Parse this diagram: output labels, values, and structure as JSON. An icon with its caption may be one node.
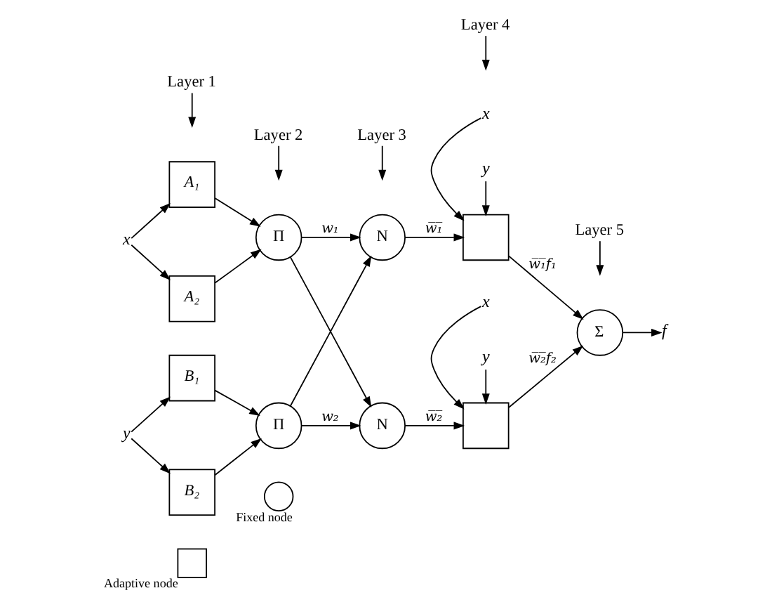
{
  "diagram": {
    "nodes": [
      {
        "text": [
          "Layer 1"
        ]
      },
      {
        "text": [
          "Layer 2"
        ]
      },
      {
        "text": [
          "Layer 3"
        ]
      },
      {
        "text": [
          "Layer 4"
        ]
      },
      {
        "text": [
          "Layer 5"
        ]
      },
      {
        "text": [
          "x"
        ]
      },
      {
        "text": [
          "y"
        ]
      },
      {
        "text": [
          "x"
        ]
      },
      {
        "text": [
          "A₁"
        ]
      },
      {
        "text": [
          "A₂"
        ]
      },
      {
        "text": [
          "Π"
        ]
      },
      {
        "text": [
          "N"
        ]
      },
      {
        "text": [],
        "shape": "box"
      },
      {
        "text": [
          "Σ"
        ]
      },
      {
        "text": [
          "f"
        ]
      },
      {
        "text": [
          "y"
        ]
      },
      {
        "text": [
          "B₁"
        ]
      },
      {
        "text": [
          "B₂"
        ]
      },
      {
        "text": [
          "Π"
        ]
      },
      {
        "text": [
          "N"
        ]
      },
      {
        "text": [],
        "shape": "box"
      },
      {
        "text": [
          "x"
        ]
      },
      {
        "text": [
          "y"
        ]
      }
    ],
    "edges": [
      {
        "from": 7,
        "to": 8,
        "arrow": "to"
      },
      {
        "from": 7,
        "to": 9,
        "arrow": "to"
      },
      {
        "from": 15,
        "to": 16,
        "arrow": "to"
      },
      {
        "from": 15,
        "to": 17,
        "arrow": "to"
      },
      {
        "from": 8,
        "to": 10,
        "arrow": "to"
      },
      {
        "from": 9,
        "to": 10,
        "arrow": "to"
      },
      {
        "from": 16,
        "to": 18,
        "arrow": "to"
      },
      {
        "from": 17,
        "to": 18,
        "arrow": "to"
      },
      {
        "from": 10,
        "to": 11,
        "arrow": "to",
        "label": "w₁"
      },
      {
        "from": 10,
        "to": 19,
        "arrow": "to"
      },
      {
        "from": 18,
        "to": 11,
        "arrow": "to"
      },
      {
        "from": 18,
        "to": 19,
        "arrow": "to",
        "label": "w₂"
      },
      {
        "from": 11,
        "to": 12,
        "arrow": "to",
        "label": "w̅₁̅"
      },
      {
        "from": 19,
        "to": 20,
        "arrow": "to",
        "label": "w̅₂̅"
      },
      {
        "from": 12,
        "to": 13,
        "arrow": "to",
        "label": "w̅₁̅f₁"
      },
      {
        "from": 20,
        "to": 13,
        "arrow": "to",
        "label": "w̅₂̅f₂"
      },
      {
        "from": 13,
        "to": 14,
        "arrow": "to"
      },
      {
        "from": 5,
        "to": 12,
        "arrow": "to"
      },
      {
        "from": 6,
        "to": 12,
        "arrow": "to"
      },
      {
        "from": 21,
        "to": 20,
        "arrow": "to"
      },
      {
        "from": 22,
        "to": 20,
        "arrow": "to"
      },
      {
        "from": 0,
        "to": null,
        "arrow": "to"
      },
      {
        "from": 1,
        "to": null,
        "arrow": "to"
      },
      {
        "from": 2,
        "to": null,
        "arrow": "to"
      },
      {
        "from": 3,
        "to": null,
        "arrow": "to"
      },
      {
        "from": 4,
        "to": null,
        "arrow": "to"
      }
    ],
    "legend": [
      {
        "text": "Adaptive node"
      },
      {
        "text": "Fixed node"
      }
    ]
  }
}
